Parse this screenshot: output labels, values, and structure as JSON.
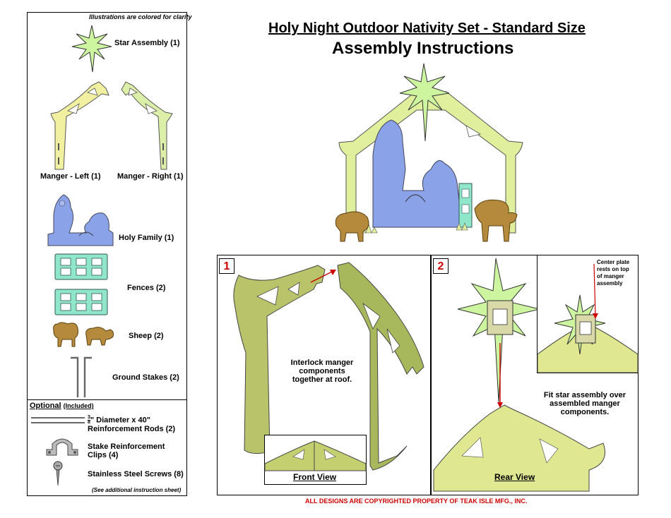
{
  "header": {
    "title": "Holy Night Outdoor Nativity Set - Standard Size",
    "subtitle": "Assembly Instructions"
  },
  "parts_list": {
    "note": "Illustrations are colored for clarity",
    "items": [
      {
        "label": "Star Assembly (1)"
      },
      {
        "label": "Manger - Left (1)"
      },
      {
        "label": "Manger - Right (1)"
      },
      {
        "label": "Holy Family (1)"
      },
      {
        "label": "Fences (2)"
      },
      {
        "label": "Sheep (2)"
      },
      {
        "label": "Ground Stakes (2)"
      }
    ]
  },
  "optional": {
    "title": "Optional",
    "included": "(Included)",
    "rods_line1": "\" Diameter x 40\"",
    "rods_fraction_num": "3",
    "rods_fraction_den": "8",
    "rods_line2": "Reinforcement Rods (2)",
    "clips_line1": "Stake Reinforcement",
    "clips_line2": "Clips (4)",
    "screws": "Stainless Steel Screws (8)",
    "see_note": "(See additional instruction sheet)"
  },
  "step1": {
    "number": "1",
    "instruction_line1": "Interlock manger components",
    "instruction_line2": "together at roof.",
    "inset_caption": "Front View"
  },
  "step2": {
    "number": "2",
    "instruction_line1": "Fit star assembly over",
    "instruction_line2": "assembled manger",
    "instruction_line3": "components.",
    "inset_note_line1": "Center plate",
    "inset_note_line2": "rests on top",
    "inset_note_line3": "of manger",
    "inset_note_line4": "assembly",
    "inset_caption": "Rear View"
  },
  "footer": {
    "copyright": "ALL DESIGNS ARE COPYRIGHTED PROPERTY OF TEAK ISLE MFG., INC."
  },
  "colors": {
    "manger_left": "#f0f0a0",
    "manger_right": "#dcefa8",
    "star": "#cdf5a0",
    "holy_family": "#8aa2e8",
    "fence": "#8fe6c8",
    "sheep": "#b58a3c",
    "step_wood": "#b9c46a",
    "copyright_red": "#cc0000"
  }
}
